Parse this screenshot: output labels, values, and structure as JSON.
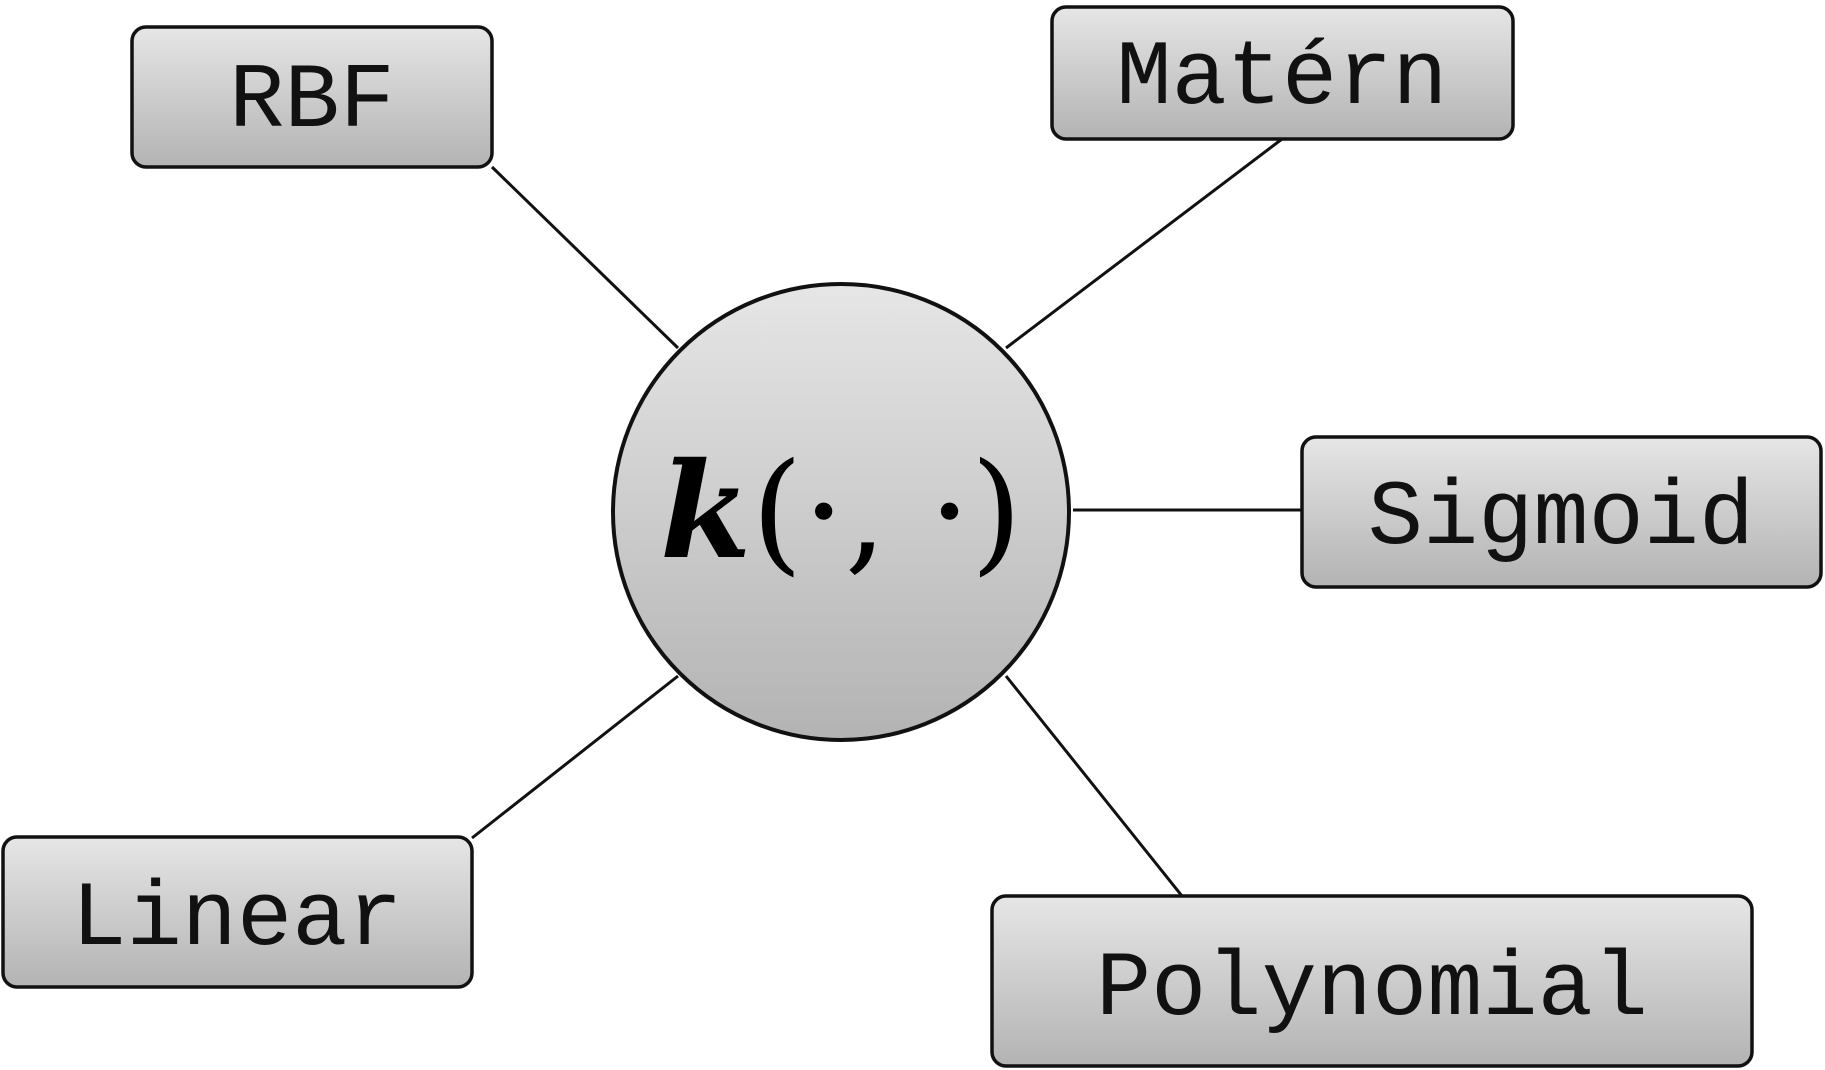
{
  "center": {
    "symbol": "k",
    "arguments": "(·, ·)"
  },
  "kernels": [
    {
      "id": "rbf",
      "label": "RBF"
    },
    {
      "id": "matern",
      "label": "Matérn"
    },
    {
      "id": "sigmoid",
      "label": "Sigmoid"
    },
    {
      "id": "linear",
      "label": "Linear"
    },
    {
      "id": "polynomial",
      "label": "Polynomial"
    }
  ],
  "colors": {
    "node_fill_top": "#e6e6e6",
    "node_fill_bottom": "#b3b3b3",
    "stroke": "#111111"
  }
}
